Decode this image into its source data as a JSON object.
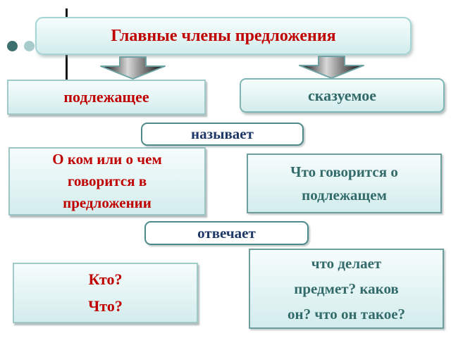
{
  "colors": {
    "red_text": "#c00000",
    "teal_text": "#336b6b",
    "navy_text": "#1f3868",
    "box_fill_top": "#f6fcfc",
    "box_fill_bottom": "#d3ecec",
    "label_border_teal": "#4e8a8a",
    "bullet_dark": "#3e6f6f",
    "bullet_light": "#a8cccc",
    "connector_line": "#141414"
  },
  "icons": {
    "left_arrow": "arrow-down-icon",
    "right_arrow": "arrow-down-icon"
  },
  "slide": {
    "title": "Главные члены предложения",
    "left": {
      "term": "подлежащее",
      "definition_lines": [
        "О ком или о чем",
        "говорится в",
        "предложении"
      ],
      "question_lines": [
        "Кто?",
        "Что?"
      ]
    },
    "right": {
      "term": "сказуемое",
      "definition_lines": [
        "Что говорится о",
        "подлежащем"
      ],
      "question_lines": [
        "что делает",
        "предмет? каков",
        "он? что он такое?"
      ]
    },
    "connector_names": "называет",
    "connector_answers": "отвечает"
  }
}
